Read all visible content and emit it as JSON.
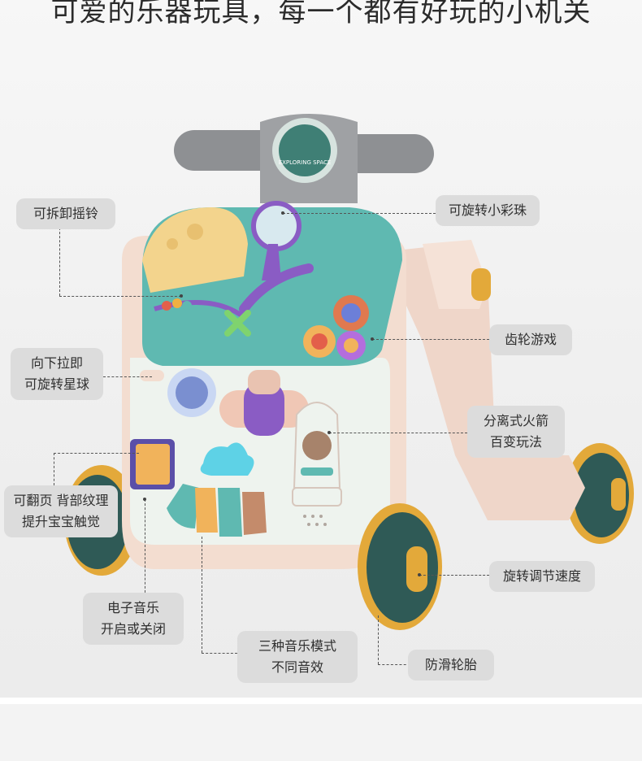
{
  "headline": "可爱的乐器玩具，每一个都有好玩的小机关",
  "badge_text": "EXPLORING SPACE",
  "callouts": {
    "detachable_rattle": "可拆卸摇铃",
    "rotating_beads": "可旋转小彩珠",
    "pull_down_planet": "向下拉即\n可旋转星球",
    "gear_game": "齿轮游戏",
    "detachable_rocket": "分离式火箭\n百变玩法",
    "flip_page": "可翻页 背部纹理\n提升宝宝触觉",
    "speed_knob": "旋转调节速度",
    "music_switch": "电子音乐\n开启或关闭",
    "music_modes": "三种音乐模式\n不同音效",
    "anti_slip_tires": "防滑轮胎"
  },
  "colors": {
    "teal": "#5fb9b1",
    "body_cream": "#f3ddd0",
    "panel_white": "#eef3ee",
    "wheel_dark": "#2f5a56",
    "wheel_ring": "#e3a93a",
    "handle_gray": "#8e9093",
    "purple": "#8a5cc4",
    "moon_yellow": "#f3d48d",
    "label_bg": "#dcdcdc"
  }
}
